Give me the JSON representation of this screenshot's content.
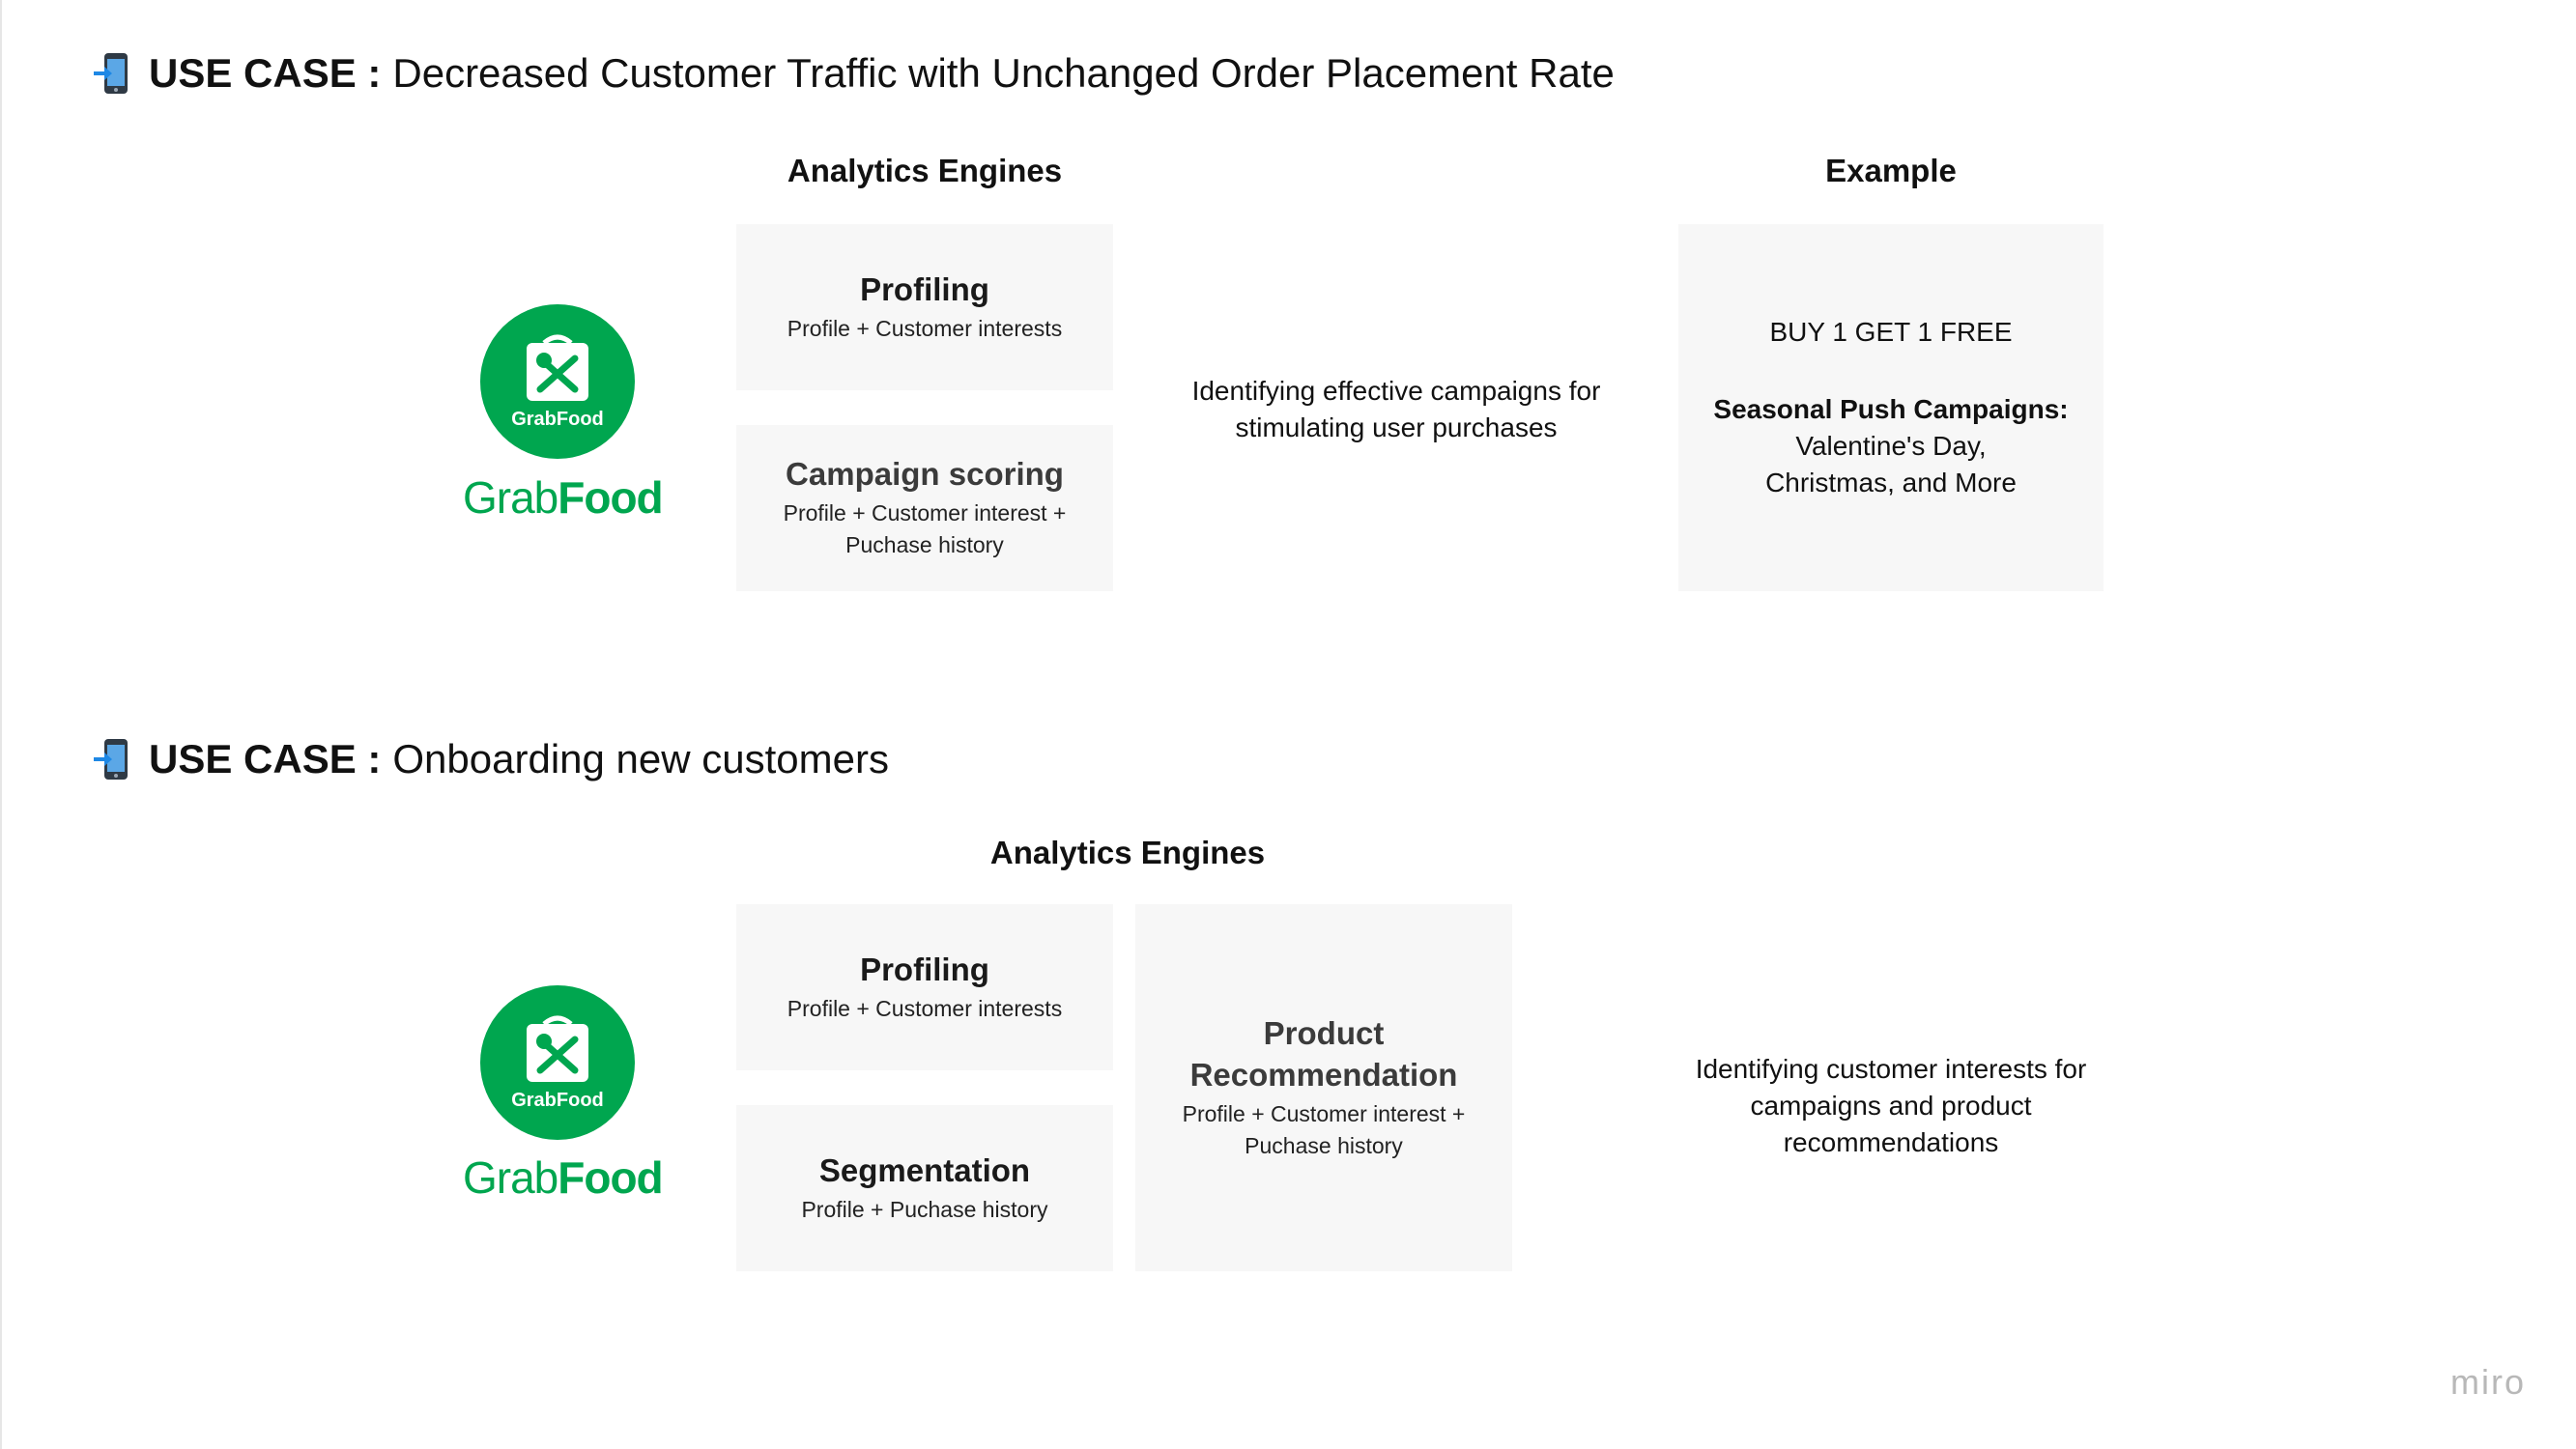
{
  "use_case_1": {
    "label": "USE CASE :",
    "title": "Decreased Customer Traffic with Unchanged Order Placement Rate",
    "engines_header": "Analytics Engines",
    "example_header": "Example",
    "engines": [
      {
        "title": "Profiling",
        "subtitle": "Profile + Customer interests"
      },
      {
        "title": "Campaign scoring",
        "subtitle": "Profile + Customer interest + Puchase history"
      }
    ],
    "description": "Identifying effective campaigns for stimulating user purchases",
    "example": {
      "line1": "BUY 1 GET 1 FREE",
      "bold": "Seasonal Push Campaigns:",
      "line2": "Valentine's Day,",
      "line3": "Christmas, and More"
    }
  },
  "use_case_2": {
    "label": "USE CASE :",
    "title": "Onboarding new customers",
    "engines_header": "Analytics Engines",
    "engines": [
      {
        "title": "Profiling",
        "subtitle": "Profile + Customer interests"
      },
      {
        "title": "Segmentation",
        "subtitle": "Profile + Puchase history"
      },
      {
        "title": "Product Recommendation",
        "subtitle": "Profile + Customer interest + Puchase history"
      }
    ],
    "description": "Identifying customer interests for campaigns and product recommendations"
  },
  "logo": {
    "badge_text": "GrabFood",
    "wordmark_grab": "Grab",
    "wordmark_food": "Food",
    "brand_color": "#00a64f"
  },
  "icons": {
    "heading_icon": "mobile-phone-arrow-icon",
    "logo_icon": "food-bag-icon"
  },
  "watermark": "miro"
}
